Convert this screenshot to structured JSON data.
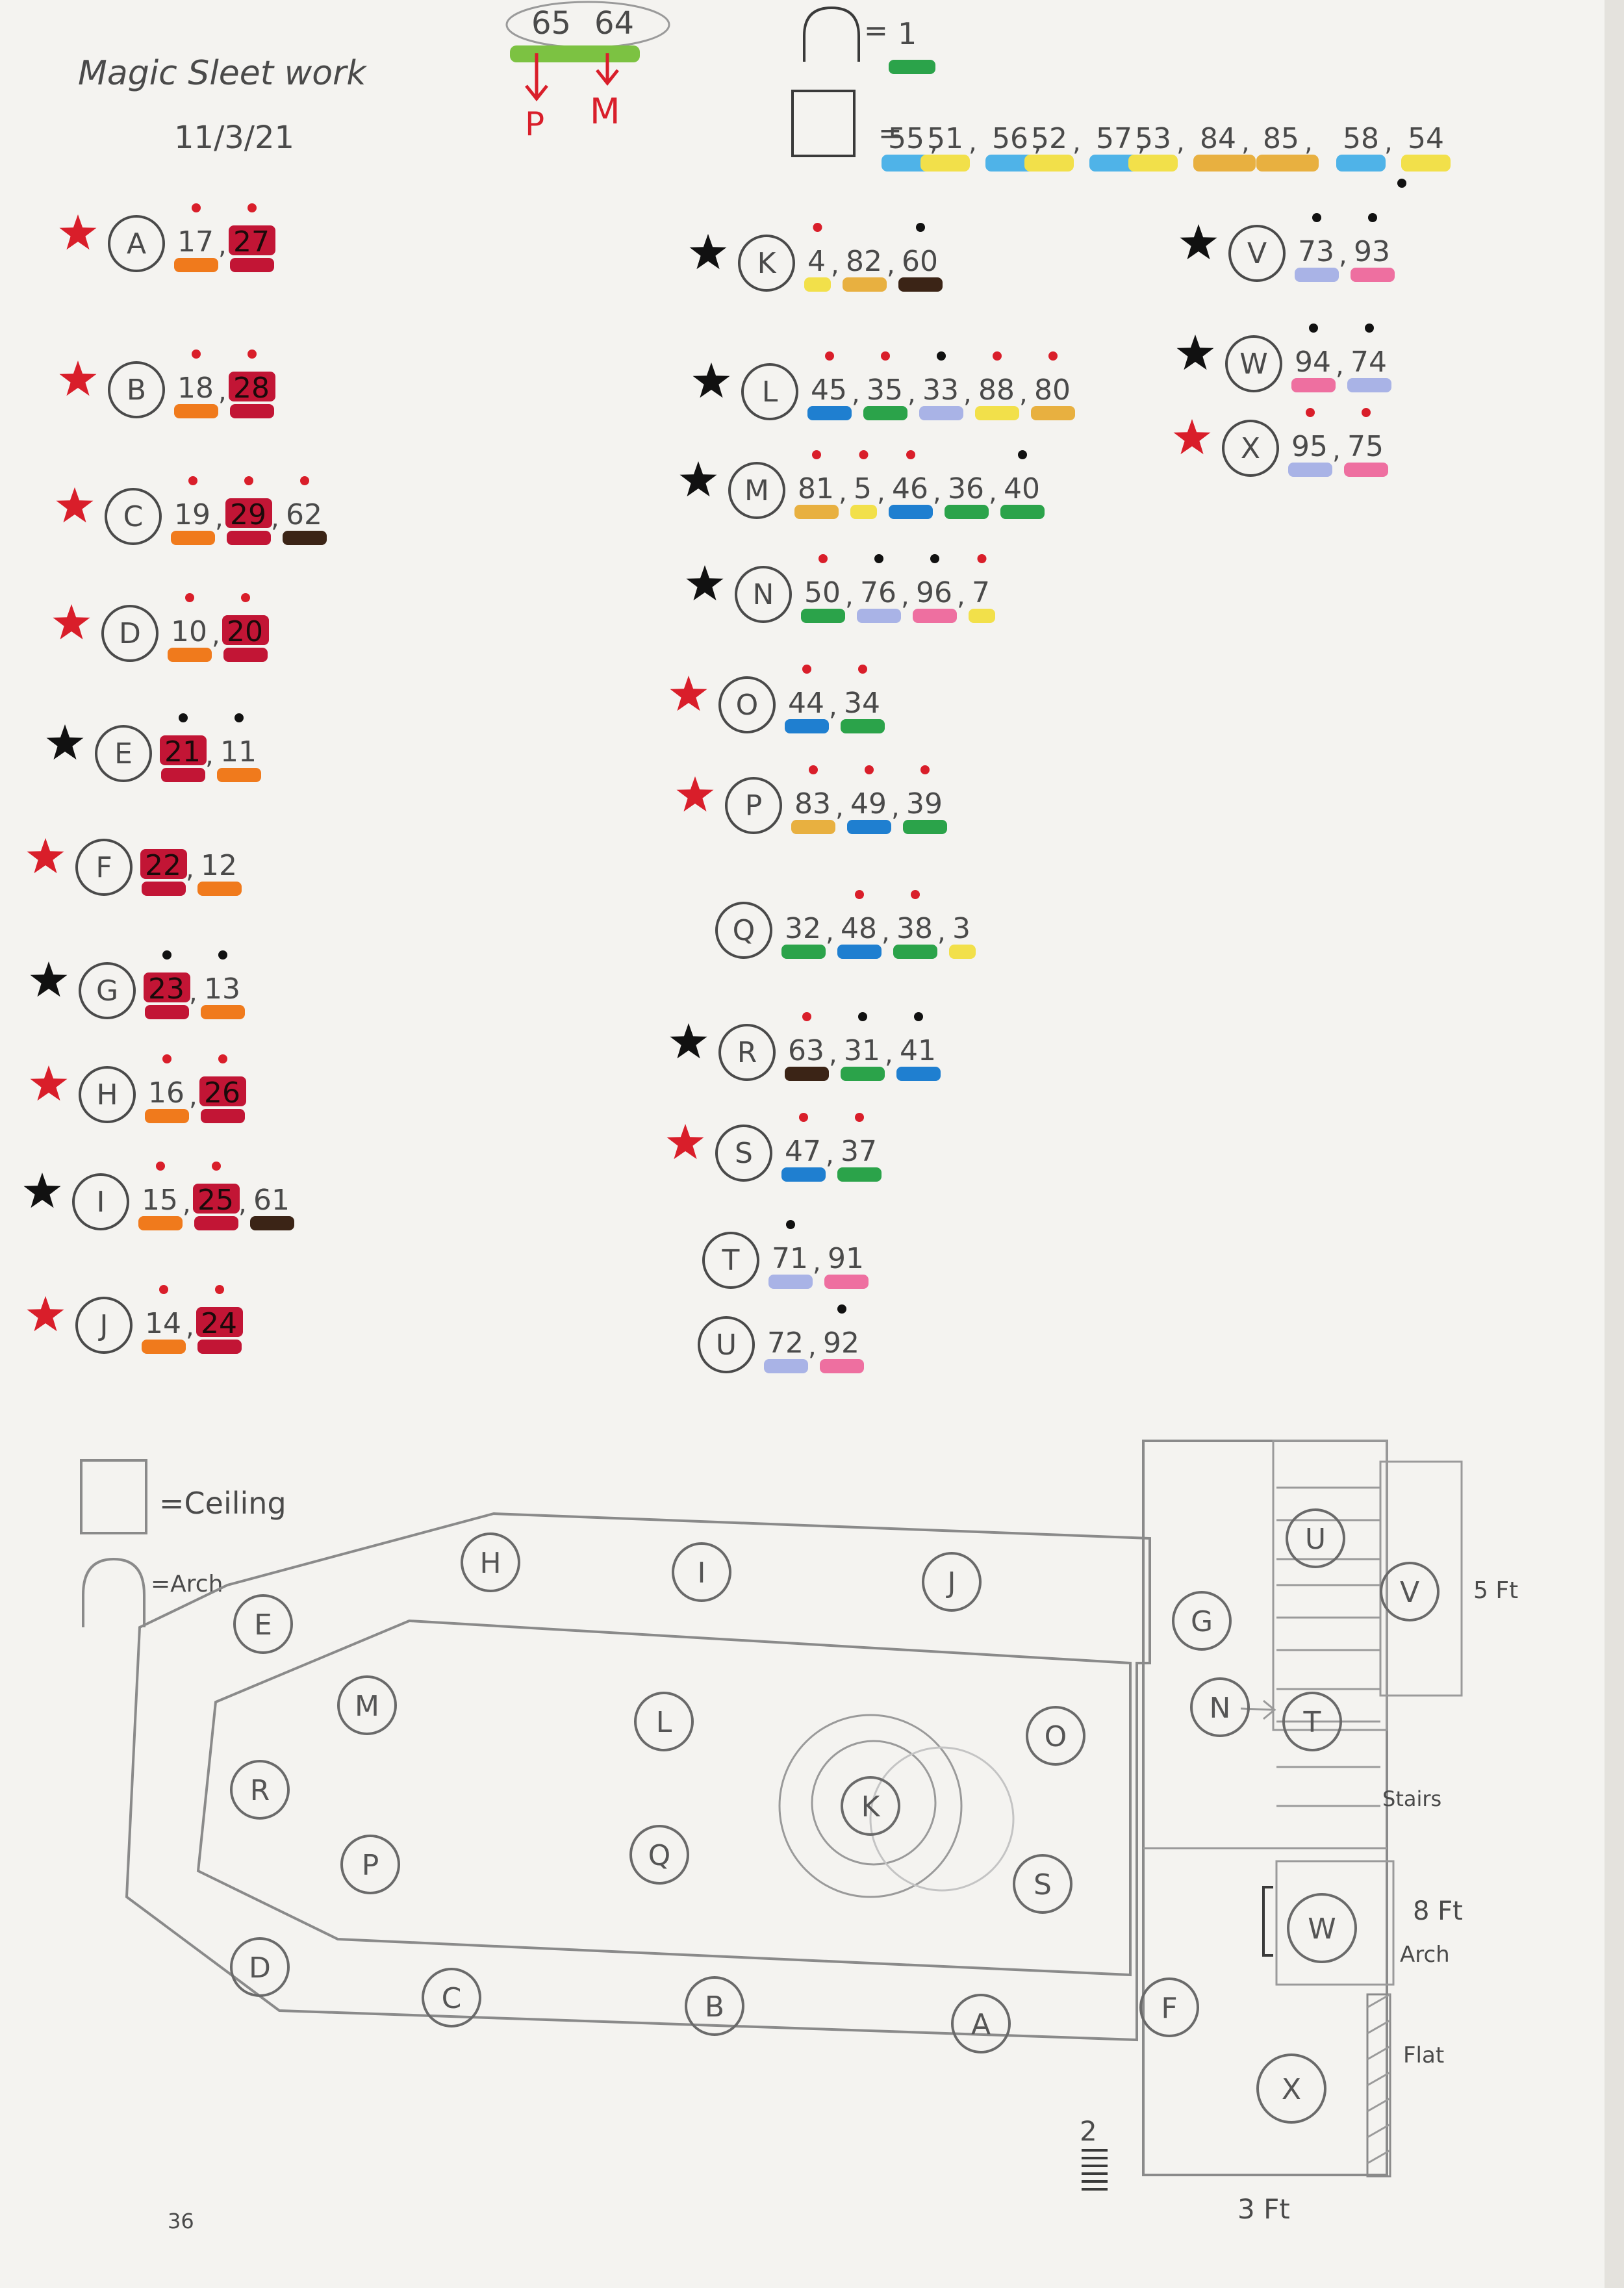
{
  "header": {
    "title": "Magic Sleet work",
    "date": "11/3/21",
    "pair_values": [
      "65",
      "64"
    ],
    "pair_labels": [
      "P",
      "M"
    ]
  },
  "legend_top": {
    "arch_value": "1",
    "ceiling_values": [
      "55",
      "51",
      "56",
      "52",
      "57",
      "53",
      "84",
      "85",
      "58",
      "54"
    ],
    "ceiling_colors": [
      "#4fb3e8",
      "#f2e04a",
      "#4fb3e8",
      "#f2e04a",
      "#4fb3e8",
      "#f2e04a",
      "#e8b040",
      "#e8b040",
      "#4fb3e8",
      "#f2e04a"
    ]
  },
  "colors": {
    "red": "#d91e2a",
    "orange": "#f07a1c",
    "crimson": "#c21535",
    "brown": "#3b2416",
    "yellow": "#f2e04a",
    "gold": "#e8b040",
    "blue": "#1f7fd0",
    "green": "#2ba34a",
    "lavender": "#a9b3e6",
    "pink": "#ee6fa0",
    "black": "#111111"
  },
  "items": [
    {
      "letter": "A",
      "star": "red",
      "values": [
        {
          "n": "17",
          "c": "orange",
          "d": "red"
        },
        {
          "n": "27",
          "c": "crimson",
          "d": "red",
          "hl": true
        }
      ]
    },
    {
      "letter": "B",
      "star": "red",
      "values": [
        {
          "n": "18",
          "c": "orange",
          "d": "red"
        },
        {
          "n": "28",
          "c": "crimson",
          "d": "red",
          "hl": true
        }
      ]
    },
    {
      "letter": "C",
      "star": "red",
      "values": [
        {
          "n": "19",
          "c": "orange",
          "d": "red"
        },
        {
          "n": "29",
          "c": "crimson",
          "d": "red",
          "hl": true
        },
        {
          "n": "62",
          "c": "brown",
          "d": "red"
        }
      ]
    },
    {
      "letter": "D",
      "star": "red",
      "values": [
        {
          "n": "10",
          "c": "orange",
          "d": "red"
        },
        {
          "n": "20",
          "c": "crimson",
          "d": "red",
          "hl": true
        }
      ]
    },
    {
      "letter": "E",
      "star": "black",
      "values": [
        {
          "n": "21",
          "c": "crimson",
          "d": "black",
          "hl": true
        },
        {
          "n": "11",
          "c": "orange",
          "d": "black"
        }
      ]
    },
    {
      "letter": "F",
      "star": "red",
      "values": [
        {
          "n": "22",
          "c": "crimson",
          "hl": true
        },
        {
          "n": "12",
          "c": "orange"
        }
      ]
    },
    {
      "letter": "G",
      "star": "black",
      "values": [
        {
          "n": "23",
          "c": "crimson",
          "d": "black",
          "hl": true
        },
        {
          "n": "13",
          "c": "orange",
          "d": "black"
        }
      ]
    },
    {
      "letter": "H",
      "star": "red",
      "values": [
        {
          "n": "16",
          "c": "orange",
          "d": "red"
        },
        {
          "n": "26",
          "c": "crimson",
          "d": "red",
          "hl": true
        }
      ]
    },
    {
      "letter": "I",
      "star": "black",
      "values": [
        {
          "n": "15",
          "c": "orange",
          "d": "red"
        },
        {
          "n": "25",
          "c": "crimson",
          "d": "red",
          "hl": true
        },
        {
          "n": "61",
          "c": "brown"
        }
      ]
    },
    {
      "letter": "J",
      "star": "red",
      "values": [
        {
          "n": "14",
          "c": "orange",
          "d": "red"
        },
        {
          "n": "24",
          "c": "crimson",
          "d": "red",
          "hl": true
        }
      ]
    },
    {
      "letter": "K",
      "star": "black",
      "values": [
        {
          "n": "4",
          "c": "yellow",
          "d": "red"
        },
        {
          "n": "82",
          "c": "gold"
        },
        {
          "n": "60",
          "c": "brown",
          "d": "black"
        }
      ]
    },
    {
      "letter": "L",
      "star": "black",
      "values": [
        {
          "n": "45",
          "c": "blue",
          "d": "red"
        },
        {
          "n": "35",
          "c": "green",
          "d": "red"
        },
        {
          "n": "33",
          "c": "lavender",
          "d": "black"
        },
        {
          "n": "88",
          "c": "yellow",
          "d": "red"
        },
        {
          "n": "80",
          "c": "gold",
          "d": "red"
        }
      ]
    },
    {
      "letter": "M",
      "star": "black",
      "values": [
        {
          "n": "81",
          "c": "gold",
          "d": "red"
        },
        {
          "n": "5",
          "c": "yellow",
          "d": "red"
        },
        {
          "n": "46",
          "c": "blue",
          "d": "red"
        },
        {
          "n": "36",
          "c": "green"
        },
        {
          "n": "40",
          "c": "green",
          "d": "black"
        }
      ]
    },
    {
      "letter": "N",
      "star": "black",
      "values": [
        {
          "n": "50",
          "c": "green",
          "d": "red"
        },
        {
          "n": "76",
          "c": "lavender",
          "d": "black"
        },
        {
          "n": "96",
          "c": "pink",
          "d": "black"
        },
        {
          "n": "7",
          "c": "yellow",
          "d": "red"
        }
      ]
    },
    {
      "letter": "O",
      "star": "red",
      "values": [
        {
          "n": "44",
          "c": "blue",
          "d": "red"
        },
        {
          "n": "34",
          "c": "green",
          "d": "red"
        }
      ]
    },
    {
      "letter": "P",
      "star": "red",
      "values": [
        {
          "n": "83",
          "c": "gold",
          "d": "red"
        },
        {
          "n": "49",
          "c": "blue",
          "d": "red"
        },
        {
          "n": "39",
          "c": "green",
          "d": "red"
        }
      ]
    },
    {
      "letter": "Q",
      "star": "none",
      "values": [
        {
          "n": "32",
          "c": "green"
        },
        {
          "n": "48",
          "c": "blue",
          "d": "red"
        },
        {
          "n": "38",
          "c": "green",
          "d": "red"
        },
        {
          "n": "3",
          "c": "yellow"
        }
      ]
    },
    {
      "letter": "R",
      "star": "black",
      "values": [
        {
          "n": "63",
          "c": "brown",
          "d": "red"
        },
        {
          "n": "31",
          "c": "green",
          "d": "black"
        },
        {
          "n": "41",
          "c": "blue",
          "d": "black"
        }
      ]
    },
    {
      "letter": "S",
      "star": "red",
      "values": [
        {
          "n": "47",
          "c": "blue",
          "d": "red"
        },
        {
          "n": "37",
          "c": "green",
          "d": "red"
        }
      ]
    },
    {
      "letter": "T",
      "star": "none",
      "values": [
        {
          "n": "71",
          "c": "lavender",
          "d": "black"
        },
        {
          "n": "91",
          "c": "pink"
        }
      ]
    },
    {
      "letter": "U",
      "star": "none",
      "values": [
        {
          "n": "72",
          "c": "lavender"
        },
        {
          "n": "92",
          "c": "pink",
          "d": "black"
        }
      ]
    },
    {
      "letter": "V",
      "star": "black",
      "values": [
        {
          "n": "73",
          "c": "lavender",
          "d": "black"
        },
        {
          "n": "93",
          "c": "pink",
          "d": "black"
        }
      ]
    },
    {
      "letter": "W",
      "star": "black",
      "values": [
        {
          "n": "94",
          "c": "pink",
          "d": "black"
        },
        {
          "n": "74",
          "c": "lavender",
          "d": "black"
        }
      ]
    },
    {
      "letter": "X",
      "star": "red",
      "values": [
        {
          "n": "95",
          "c": "lavender",
          "d": "red"
        },
        {
          "n": "75",
          "c": "pink",
          "d": "red"
        }
      ]
    }
  ],
  "legend_bottom": {
    "ceiling": "=Ceiling",
    "arch": "=Arch"
  },
  "map": {
    "labels": [
      "H",
      "I",
      "J",
      "E",
      "M",
      "L",
      "O",
      "R",
      "K",
      "P",
      "Q",
      "S",
      "D",
      "C",
      "B",
      "A",
      "F",
      "G",
      "N",
      "U",
      "T",
      "V",
      "W",
      "X"
    ],
    "annotations": {
      "five_ft": "5 Ft",
      "stairs": "Stairs",
      "eight_ft": "8 Ft",
      "arch": "Arch",
      "flat": "Flat",
      "three_ft": "3 Ft",
      "two": "2"
    }
  },
  "page_number": "36"
}
